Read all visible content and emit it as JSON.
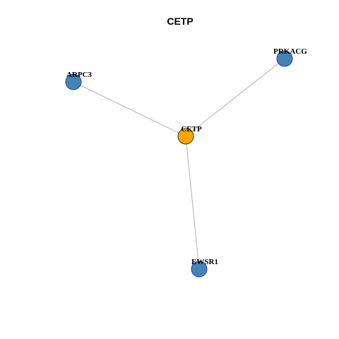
{
  "title": "CETP",
  "colors": {
    "center_fill": "#FFA500",
    "center_stroke": "#333333",
    "leaf_fill": "#4682B4",
    "leaf_stroke": "#1a3ccc",
    "edge": "#b0b0b0"
  },
  "nodes": [
    {
      "id": "CETP",
      "label": "CETP",
      "role": "center"
    },
    {
      "id": "ARPC3",
      "label": "ARPC3",
      "role": "leaf"
    },
    {
      "id": "PRKACG",
      "label": "PRKACG",
      "role": "leaf"
    },
    {
      "id": "EWSR1",
      "label": "EWSR1",
      "role": "leaf"
    }
  ],
  "edges": [
    {
      "source": "CETP",
      "target": "ARPC3"
    },
    {
      "source": "CETP",
      "target": "PRKACG"
    },
    {
      "source": "CETP",
      "target": "EWSR1"
    }
  ]
}
